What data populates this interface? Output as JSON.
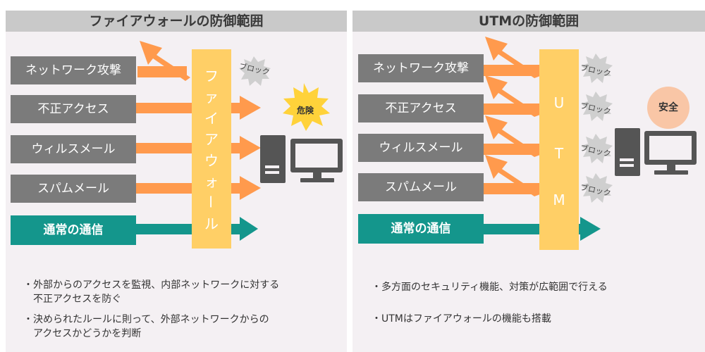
{
  "left": {
    "title": "ファイアウォールの防御範囲",
    "labels": [
      "ネットワーク攻撃",
      "不正アクセス",
      "ウィルスメール",
      "スパムメール",
      "通常の通信"
    ],
    "barrier_chars": [
      "フ",
      "ァ",
      "イ",
      "ア",
      "ウ",
      "ォ",
      "ー",
      "ル"
    ],
    "block": "ブロック",
    "danger": "危険",
    "notes": [
      [
        "・外部からのアクセスを監視、内部ネットワークに対する",
        "　不正アクセスを防ぐ"
      ],
      [
        "・決められたルールに則って、外部ネットワークからの",
        "　アクセスかどうかを判断"
      ]
    ]
  },
  "right": {
    "title": "UTMの防御範囲",
    "labels": [
      "ネットワーク攻撃",
      "不正アクセス",
      "ウィルスメール",
      "スパムメール",
      "通常の通信"
    ],
    "barrier_chars": [
      "U",
      "T",
      "M"
    ],
    "blocks": [
      "ブロック",
      "ブロック",
      "ブロック",
      "ブロック"
    ],
    "safe": "安全",
    "notes": [
      "・多方面のセキュリティ機能、対策が広範囲で行える",
      "・UTMはファイアウォールの機能も搭載"
    ]
  },
  "colors": {
    "panel_bg": "#f4f0f3",
    "header_bg": "#c9c9c9",
    "label_gray": "#7b7b7b",
    "teal": "#14968c",
    "barrier": "#ffcf66",
    "arrow_orange": "#ff9a4d",
    "computer": "#555555",
    "danger_burst": "#ffd23a",
    "block_burst": "#cfcfcf",
    "safe_circle": "#f9c6a6"
  },
  "icons": [
    "computer-icon",
    "danger-burst-icon",
    "block-burst-icon",
    "safe-circle-icon"
  ]
}
